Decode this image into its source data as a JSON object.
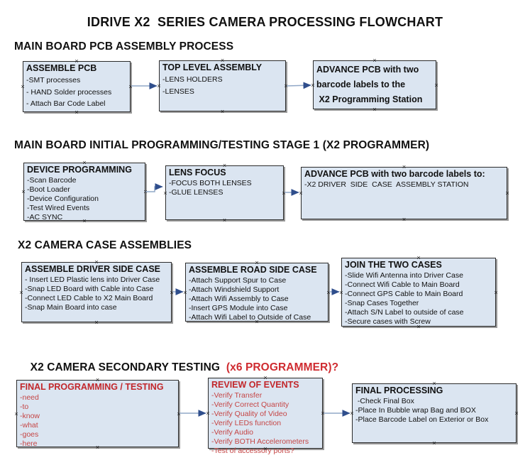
{
  "title": "IDRIVE X2  SERIES CAMERA PROCESSING FLOWCHART",
  "anchor_glyph": "×",
  "colors": {
    "box_fill": "#dbe5f1",
    "box_border": "#2b2b2b",
    "box_shadow": "#9a9a9a",
    "arrow_shaft": "#91a8c7",
    "arrow_head": "#2f4e8c",
    "red_heading": "#cf2b30",
    "red_title": "#c2272b",
    "red_item": "#c54545",
    "black_text": "#111111"
  },
  "sections": [
    {
      "heading": "MAIN BOARD PCB ASSEMBLY PROCESS",
      "boxes": [
        {
          "title": "ASSEMBLE PCB",
          "items": [
            "-SMT processes",
            "- HAND Solder processes",
            "- Attach Bar Code Label"
          ]
        },
        {
          "title": "TOP LEVEL ASSEMBLY",
          "items": [
            "-LENS HOLDERS",
            "-LENSES"
          ]
        },
        {
          "title": "ADVANCE PCB with two\nbarcode labels to the\n X2 Programming Station",
          "items": []
        }
      ]
    },
    {
      "heading": "MAIN BOARD INITIAL PROGRAMMING/TESTING STAGE 1 (X2 PROGRAMMER)",
      "boxes": [
        {
          "title": "DEVICE PROGRAMMING",
          "items": [
            "-Scan Barcode",
            "-Boot Loader",
            "-Device Configuration",
            "-Test Wired Events",
            "-AC SYNC"
          ]
        },
        {
          "title": "LENS FOCUS",
          "items": [
            "-FOCUS BOTH LENSES",
            "-GLUE LENSES"
          ]
        },
        {
          "title": "ADVANCE PCB with two barcode labels to:",
          "items": [
            "-X2 DRIVER  SIDE  CASE  ASSEMBLY STATION"
          ]
        }
      ]
    },
    {
      "heading": "X2 CAMERA CASE ASSEMBLIES",
      "boxes": [
        {
          "title": "ASSEMBLE DRIVER SIDE CASE",
          "items": [
            "- Insert LED Plastic lens into Driver Case",
            "-Snap LED Board with Cable into Case",
            "-Connect LED Cable to X2 Main Board",
            "-Snap Main Board into case"
          ]
        },
        {
          "title": "ASSEMBLE ROAD SIDE CASE",
          "items": [
            "-Attach Support Spur to Case",
            "-Attach Windshield Support",
            "-Attach Wifi Assembly to Case",
            "-Insert GPS Module into Case",
            "-Attach Wifi Label to Outside of Case"
          ]
        },
        {
          "title": "JOIN THE TWO CASES",
          "items": [
            "-Slide Wifi Antenna into Driver Case",
            "-Connect Wifi Cable to Main Board",
            "-Connect GPS Cable to Main Board",
            "-Snap Cases Together",
            "-Attach S/N Label to outside of case",
            "-Secure cases with Screw"
          ]
        }
      ]
    },
    {
      "heading": "X2 CAMERA SECONDARY TESTING  ",
      "heading_red": "(x6 PROGRAMMER)?",
      "boxes": [
        {
          "title": "FINAL PROGRAMMING / TESTING",
          "items": [
            "-need",
            "-to",
            "-know",
            "-what",
            "-goes",
            "-here"
          ]
        },
        {
          "title": "REVIEW OF EVENTS",
          "items": [
            "-Verify Transfer",
            "-Verify Correct Quantity",
            "-Verify Quality of Video",
            "-Verify LEDs function",
            "-Verify Audio",
            "-Verify BOTH Accelerometers",
            "-Test of accessory ports?"
          ]
        },
        {
          "title": "FINAL PROCESSING",
          "items": [
            " -Check Final Box",
            "-Place In Bubble wrap Bag and BOX",
            "-Place Barcode Label on Exterior or Box"
          ]
        }
      ]
    }
  ]
}
